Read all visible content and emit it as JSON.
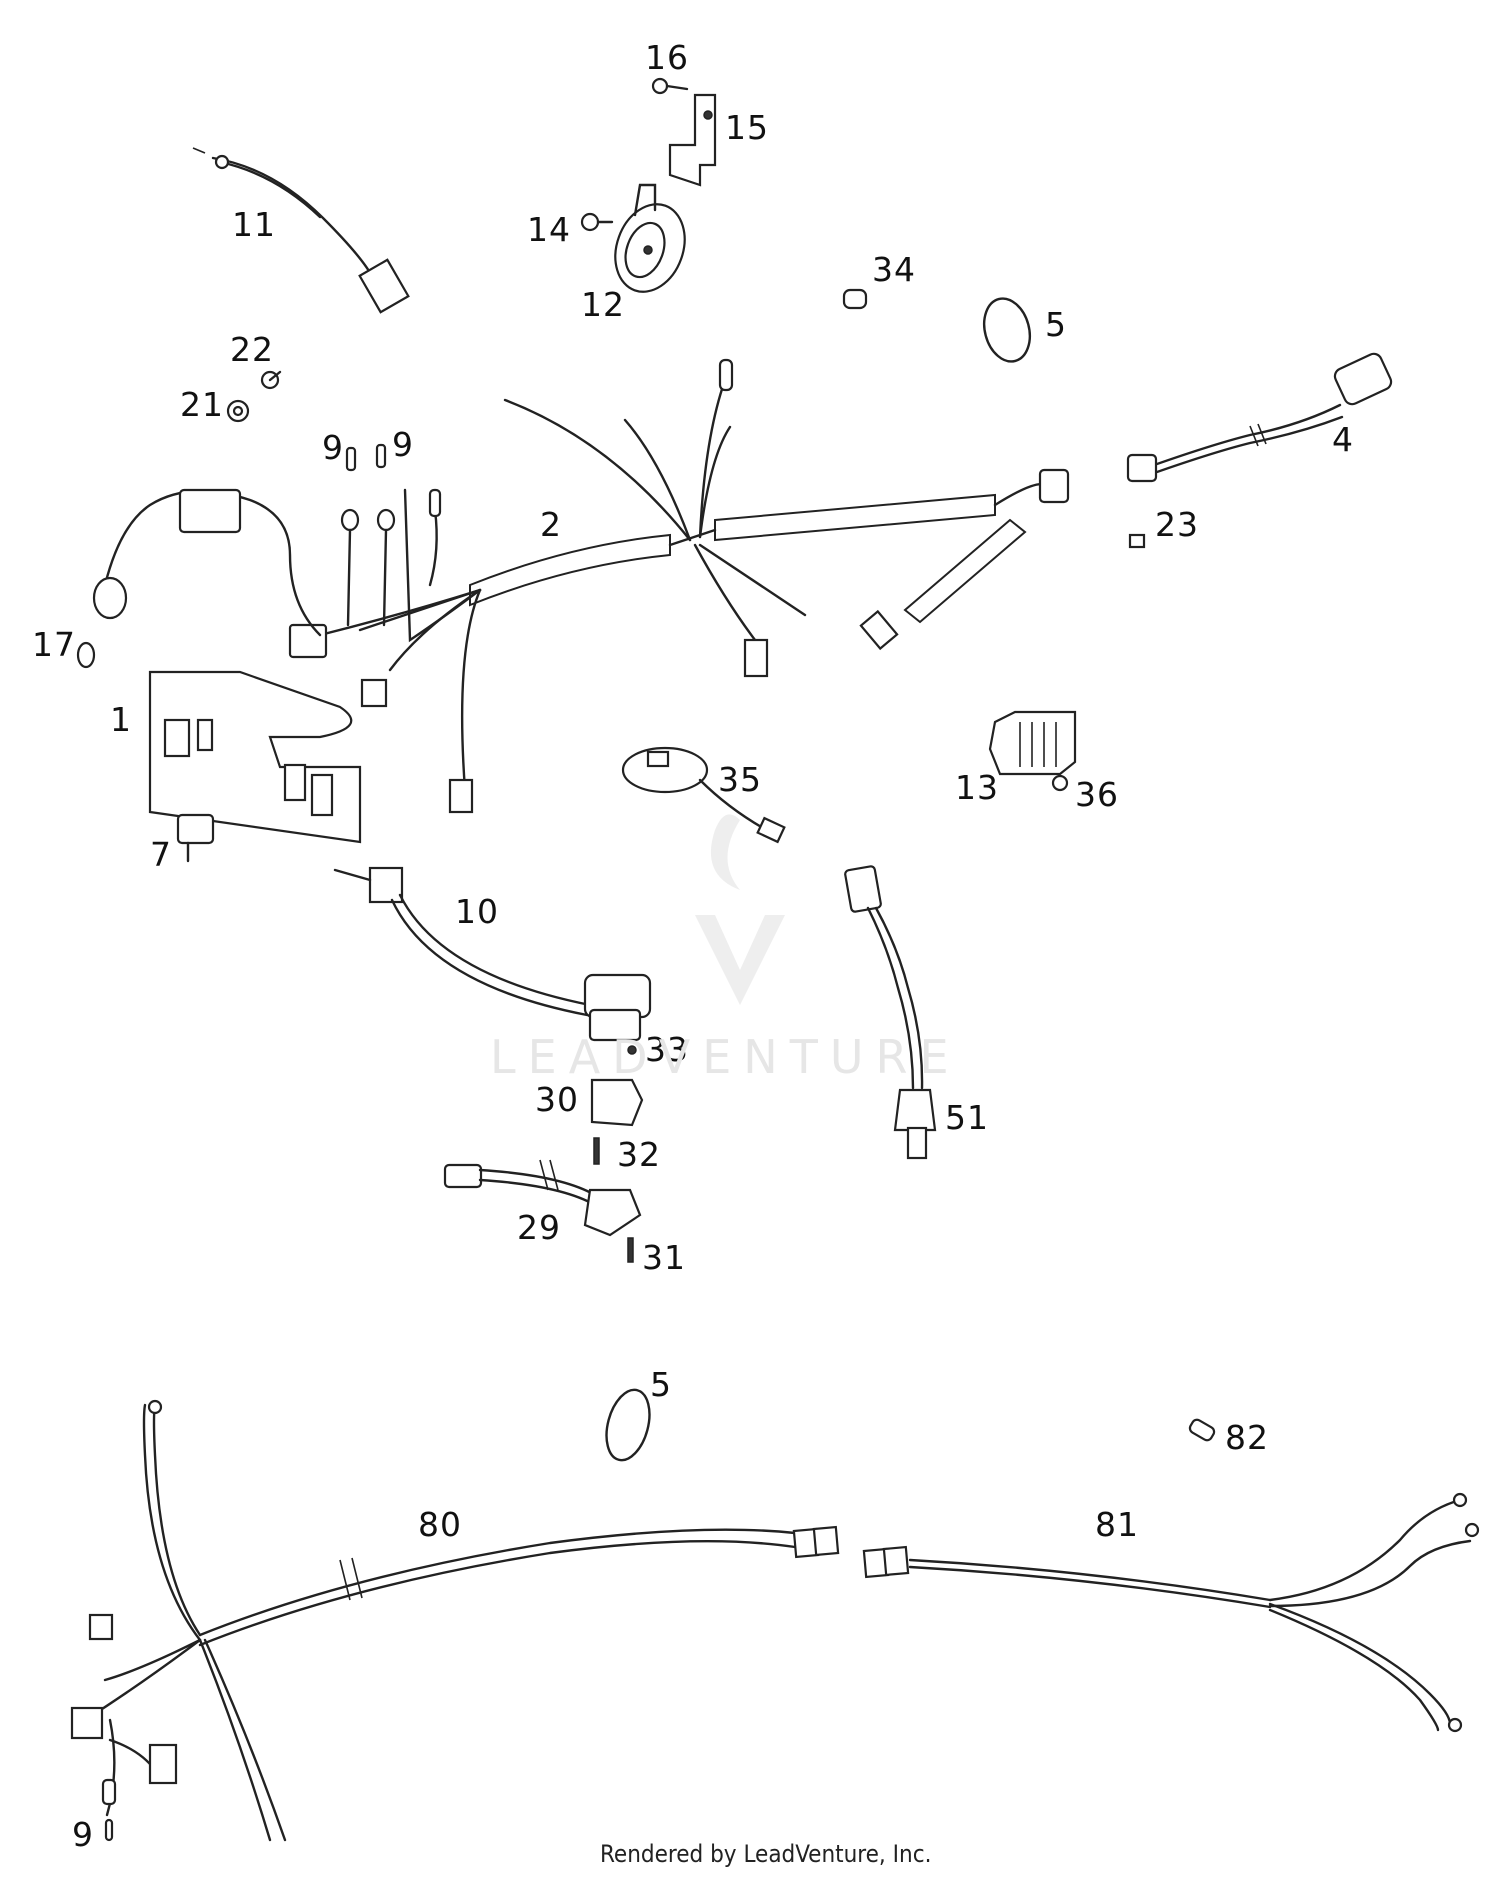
{
  "labels": {
    "l1": "1",
    "l2": "2",
    "l4": "4",
    "l5a": "5",
    "l5b": "5",
    "l7": "7",
    "l9a": "9",
    "l9b": "9",
    "l9c": "9",
    "l10": "10",
    "l11": "11",
    "l12": "12",
    "l13": "13",
    "l14": "14",
    "l15": "15",
    "l16": "16",
    "l17": "17",
    "l21": "21",
    "l22": "22",
    "l23": "23",
    "l29": "29",
    "l30": "30",
    "l31": "31",
    "l32": "32",
    "l33": "33",
    "l34": "34",
    "l35": "35",
    "l36": "36",
    "l51": "51",
    "l80": "80",
    "l81": "81",
    "l82": "82"
  },
  "watermark": "LEADVENTURE",
  "footer": "Rendered by LeadVenture, Inc."
}
